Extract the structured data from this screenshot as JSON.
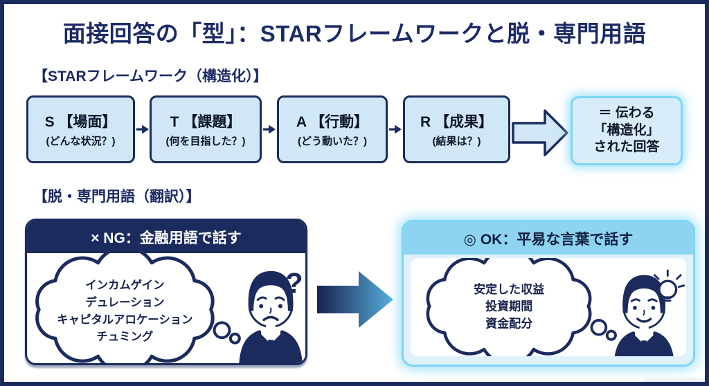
{
  "title": "面接回答の「型」：STARフレームワークと脱・専門用語",
  "star": {
    "heading": "【STARフレームワーク（構造化）】",
    "steps": [
      {
        "label": "S 【場面】",
        "question": "(どんな状況？)"
      },
      {
        "label": "T 【課題】",
        "question": "(何を目指した？)"
      },
      {
        "label": "A 【行動】",
        "question": "(どう動いた？)"
      },
      {
        "label": "R 【成果】",
        "question": "(結果は？)"
      }
    ],
    "result_lines": [
      "＝ 伝わる",
      "「構造化」",
      "された回答"
    ]
  },
  "jargon": {
    "heading": "【脱・専門用語（翻訳）】",
    "ng": {
      "header": "× NG：金融用語で話す",
      "cloud_lines": [
        "インカムゲイン",
        "デュレーション",
        "キャピタルアロケーション",
        "チュミング"
      ],
      "mark": "?"
    },
    "ok": {
      "header": "◎ OK：平易な言葉で話す",
      "cloud_lines": [
        "安定した収益",
        "投資期間",
        "資金配分"
      ]
    }
  },
  "icons": {
    "question-mark": "?",
    "lightbulb": "💡",
    "flow-arrow": "→",
    "block-arrow": "⇒"
  },
  "colors": {
    "navy": "#1c2b5e",
    "step_fill": "#cfe7f6",
    "cyan_border": "#7cd6f6",
    "ok_header_blue": "#8ed4f1",
    "result_fill": "#d8edf9"
  }
}
